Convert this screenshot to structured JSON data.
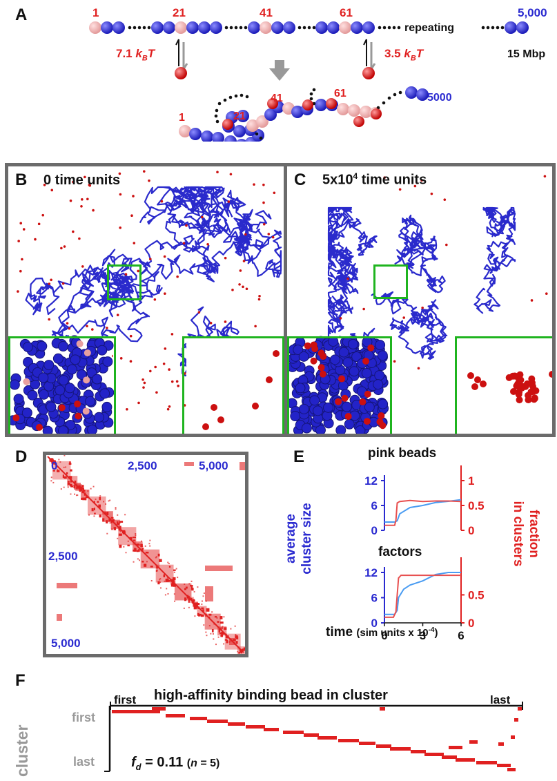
{
  "panels": {
    "a": "A",
    "b": "B",
    "c": "C",
    "d": "D",
    "e": "E",
    "f": "F"
  },
  "panel_a": {
    "num_1": "1",
    "num_21": "21",
    "num_41": "41",
    "num_61": "61",
    "num_5000": "5,000",
    "repeating": "repeating",
    "energy_left": "7.1",
    "energy_right": "3.5",
    "kbt": "k",
    "kbt_sub": "B",
    "kbt_t": "T",
    "mbp": "15 Mbp",
    "bottom_1": "1",
    "bottom_21": "21",
    "bottom_41": "41",
    "bottom_61": "61",
    "bottom_5000": "5000"
  },
  "panel_b": {
    "title": "0 time units"
  },
  "panel_c": {
    "title_pre": "5x10",
    "title_exp": "4",
    "title_post": " time units"
  },
  "panel_d": {
    "tick_0": "0",
    "tick_2500_top": "2,500",
    "tick_5000_top": "5,000",
    "tick_2500_left": "2,500",
    "tick_5000_left": "5,000"
  },
  "panel_e": {
    "title_top": "pink beads",
    "title_bottom": "factors",
    "ylabel_left_1": "average",
    "ylabel_left_2": "cluster size",
    "ylabel_right_1": "fraction",
    "ylabel_right_2": "in clusters",
    "left_ticks": [
      "12",
      "6",
      "0"
    ],
    "right_ticks_top": [
      "1",
      "0.5",
      "0"
    ],
    "right_ticks_bottom": [
      "0.5",
      "0"
    ],
    "x_ticks": [
      "0",
      "3",
      "6"
    ],
    "xlabel_main": "time",
    "xlabel_paren": "(sim units x 10",
    "xlabel_exp": "-4",
    "xlabel_close": ")"
  },
  "panel_f": {
    "first_top": "first",
    "title": "high-affinity binding bead in cluster",
    "last_top": "last",
    "cluster": "cluster",
    "first_left": "first",
    "last_left": "last",
    "fd_f": "f",
    "fd_d": "d",
    "fd_value": " = 0.11 ",
    "fd_n_open": "(",
    "fd_n": "n",
    "fd_n_rest": " = 5)"
  },
  "colors": {
    "blue": "#2a2ad0",
    "red": "#e02020",
    "pink": "#f2b3b3",
    "green": "#1fb41f",
    "frame": "#6b6b6b"
  },
  "chart_data": [
    {
      "type": "line",
      "title": "pink beads",
      "xlabel": "time (sim units x 10-4)",
      "ylabel": "average cluster size",
      "y2label": "fraction in clusters",
      "xlim": [
        0,
        6
      ],
      "ylim": [
        0,
        12
      ],
      "y2lim": [
        0,
        1
      ],
      "series": [
        {
          "axis": "left",
          "x": [
            0,
            0.8,
            1.0,
            1.2,
            2,
            3,
            4,
            5,
            6
          ],
          "values": [
            2,
            2,
            2.3,
            4,
            5.5,
            6,
            6.7,
            7,
            7.4
          ]
        },
        {
          "axis": "right",
          "x": [
            0,
            0.8,
            0.9,
            1.0,
            1.2,
            2,
            3,
            4,
            5,
            6
          ],
          "values": [
            0.1,
            0.1,
            0.2,
            0.55,
            0.58,
            0.6,
            0.58,
            0.59,
            0.59,
            0.58
          ]
        }
      ]
    },
    {
      "type": "line",
      "title": "factors",
      "xlabel": "time (sim units x 10-4)",
      "ylabel": "average cluster size",
      "y2label": "fraction in clusters",
      "xlim": [
        0,
        6
      ],
      "ylim": [
        0,
        12
      ],
      "y2lim": [
        0,
        0.9
      ],
      "series": [
        {
          "axis": "left",
          "x": [
            0,
            0.8,
            1.0,
            1.1,
            1.5,
            2,
            3,
            4,
            5,
            6
          ],
          "values": [
            2,
            2,
            3,
            6,
            8,
            9,
            10,
            11.5,
            12,
            12
          ]
        },
        {
          "axis": "right",
          "x": [
            0,
            0.7,
            0.9,
            1.0,
            1.1,
            1.3,
            2,
            3,
            6
          ],
          "values": [
            0.1,
            0.1,
            0.2,
            0.5,
            0.8,
            0.85,
            0.85,
            0.85,
            0.85
          ]
        }
      ]
    }
  ]
}
